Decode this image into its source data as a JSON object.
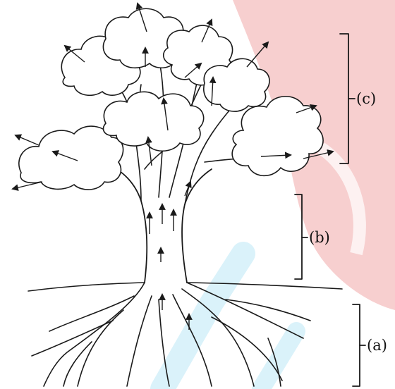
{
  "labels": {
    "roots": "(a)",
    "trunk": "(b)",
    "crown": "(c)"
  },
  "colors": {
    "watermark_red": "#f6c7c7",
    "watermark_cyan": "#d6f1fa",
    "ink": "#1a1a1a"
  }
}
